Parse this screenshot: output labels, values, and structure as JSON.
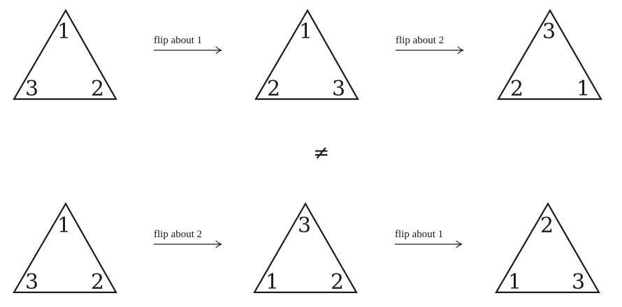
{
  "rows": [
    {
      "triangles": [
        {
          "top": "1",
          "bottom_left": "3",
          "bottom_right": "2"
        },
        {
          "top": "1",
          "bottom_left": "2",
          "bottom_right": "3"
        },
        {
          "top": "3",
          "bottom_left": "2",
          "bottom_right": "1"
        }
      ],
      "arrows": [
        "flip about 1",
        "flip about 2"
      ]
    },
    {
      "triangles": [
        {
          "top": "1",
          "bottom_left": "3",
          "bottom_right": "2"
        },
        {
          "top": "3",
          "bottom_left": "1",
          "bottom_right": "2"
        },
        {
          "top": "2",
          "bottom_left": "1",
          "bottom_right": "3"
        }
      ],
      "arrows": [
        "flip about 2",
        "flip about 1"
      ]
    }
  ],
  "relation_symbol": "≠"
}
